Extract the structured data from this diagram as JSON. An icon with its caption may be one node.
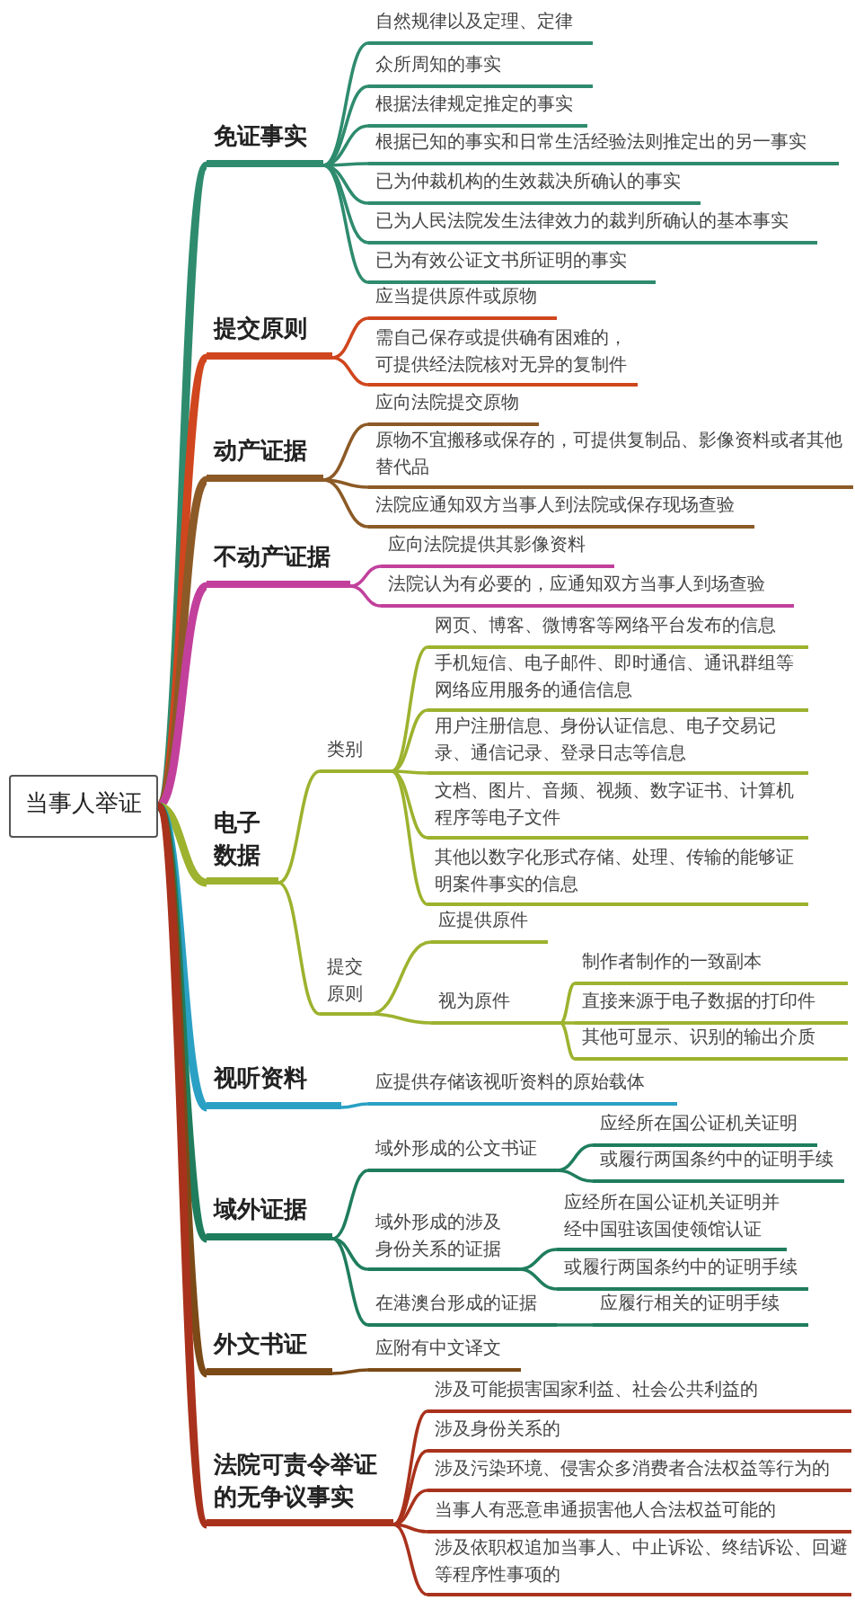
{
  "diagram": {
    "nodes": [
      {
        "text": [
          "当事人举证"
        ]
      },
      {
        "text": [
          "免证事实"
        ]
      },
      {
        "text": [
          "自然规律以及定理、定律"
        ]
      },
      {
        "text": [
          "众所周知的事实"
        ]
      },
      {
        "text": [
          "根据法律规定推定的事实"
        ]
      },
      {
        "text": [
          "根据已知的事实和日常生活经验法则推定出的另一事实"
        ]
      },
      {
        "text": [
          "已为仲裁机构的生效裁决所确认的事实"
        ]
      },
      {
        "text": [
          "已为人民法院发生法律效力的裁判所确认的基本事实"
        ]
      },
      {
        "text": [
          "已为有效公证文书所证明的事实"
        ]
      },
      {
        "text": [
          "提交原则"
        ]
      },
      {
        "text": [
          "应当提供原件或原物"
        ]
      },
      {
        "text": [
          "需自己保存或提供确有困难的，可提供经法院核对无异的复制件"
        ]
      },
      {
        "text": [
          "动产证据"
        ]
      },
      {
        "text": [
          "应向法院提交原物"
        ]
      },
      {
        "text": [
          "原物不宜搬移或保存的，可提供复制品、影像资料或者其他替代品"
        ]
      },
      {
        "text": [
          "法院应通知双方当事人到法院或保存现场查验"
        ]
      },
      {
        "text": [
          "不动产证据"
        ]
      },
      {
        "text": [
          "应向法院提供其影像资料"
        ]
      },
      {
        "text": [
          "法院认为有必要的，应通知双方当事人到场查验"
        ]
      },
      {
        "text": [
          "电子数据"
        ]
      },
      {
        "text": [
          "类别"
        ]
      },
      {
        "text": [
          "网页、博客、微博客等网络平台发布的信息"
        ]
      },
      {
        "text": [
          "手机短信、电子邮件、即时通信、通讯群组等网络应用服务的通信信息"
        ]
      },
      {
        "text": [
          "用户注册信息、身份认证信息、电子交易记录、通信记录、登录日志等信息"
        ]
      },
      {
        "text": [
          "文档、图片、音频、视频、数字证书、计算机程序等电子文件"
        ]
      },
      {
        "text": [
          "其他以数字化形式存储、处理、传输的能够证明案件事实的信息"
        ]
      },
      {
        "text": [
          "提交原则"
        ]
      },
      {
        "text": [
          "应提供原件"
        ]
      },
      {
        "text": [
          "视为原件"
        ]
      },
      {
        "text": [
          "制作者制作的一致副本"
        ]
      },
      {
        "text": [
          "直接来源于电子数据的打印件"
        ]
      },
      {
        "text": [
          "其他可显示、识别的输出介质"
        ]
      },
      {
        "text": [
          "视听资料"
        ]
      },
      {
        "text": [
          "应提供存储该视听资料的原始载体"
        ]
      },
      {
        "text": [
          "域外证据"
        ]
      },
      {
        "text": [
          "域外形成的公文书证"
        ]
      },
      {
        "text": [
          "应经所在国公证机关证明"
        ]
      },
      {
        "text": [
          "或履行两国条约中的证明手续"
        ]
      },
      {
        "text": [
          "域外形成的涉及身份关系的证据"
        ]
      },
      {
        "text": [
          "应经所在国公证机关证明并经中国驻该国使领馆认证"
        ]
      },
      {
        "text": [
          "或履行两国条约中的证明手续"
        ]
      },
      {
        "text": [
          "在港澳台形成的证据"
        ]
      },
      {
        "text": [
          "应履行相关的证明手续"
        ]
      },
      {
        "text": [
          "外文书证"
        ]
      },
      {
        "text": [
          "应附有中文译文"
        ]
      },
      {
        "text": [
          "法院可责令举证的无争议事实"
        ]
      },
      {
        "text": [
          "涉及可能损害国家利益、社会公共利益的"
        ]
      },
      {
        "text": [
          "涉及身份关系的"
        ]
      },
      {
        "text": [
          "涉及污染环境、侵害众多消费者合法权益等行为的"
        ]
      },
      {
        "text": [
          "当事人有恶意串通损害他人合法权益可能的"
        ]
      },
      {
        "text": [
          "涉及依职权追加当事人、中止诉讼、终结诉讼、回避等程序性事项的"
        ]
      }
    ],
    "edges": [
      {
        "from": 0,
        "to": 1,
        "arrow": "none",
        "style": "thick",
        "color": "#2e8b6e"
      },
      {
        "from": 1,
        "to": 2,
        "arrow": "none",
        "color": "#2e8b6e"
      },
      {
        "from": 1,
        "to": 3,
        "arrow": "none",
        "color": "#2e8b6e"
      },
      {
        "from": 1,
        "to": 4,
        "arrow": "none",
        "color": "#2e8b6e"
      },
      {
        "from": 1,
        "to": 5,
        "arrow": "none",
        "color": "#2e8b6e"
      },
      {
        "from": 1,
        "to": 6,
        "arrow": "none",
        "color": "#2e8b6e"
      },
      {
        "from": 1,
        "to": 7,
        "arrow": "none",
        "color": "#2e8b6e"
      },
      {
        "from": 1,
        "to": 8,
        "arrow": "none",
        "color": "#2e8b6e"
      },
      {
        "from": 0,
        "to": 9,
        "arrow": "none",
        "style": "thick",
        "color": "#d0461e"
      },
      {
        "from": 9,
        "to": 10,
        "arrow": "none",
        "color": "#d0461e"
      },
      {
        "from": 9,
        "to": 11,
        "arrow": "none",
        "color": "#d0461e"
      },
      {
        "from": 0,
        "to": 12,
        "arrow": "none",
        "style": "thick",
        "color": "#8c5a26"
      },
      {
        "from": 12,
        "to": 13,
        "arrow": "none",
        "color": "#8c5a26"
      },
      {
        "from": 12,
        "to": 14,
        "arrow": "none",
        "color": "#8c5a26"
      },
      {
        "from": 12,
        "to": 15,
        "arrow": "none",
        "color": "#8c5a26"
      },
      {
        "from": 0,
        "to": 16,
        "arrow": "none",
        "style": "thick",
        "color": "#c2409c"
      },
      {
        "from": 16,
        "to": 17,
        "arrow": "none",
        "color": "#c2409c"
      },
      {
        "from": 16,
        "to": 18,
        "arrow": "none",
        "color": "#c2409c"
      },
      {
        "from": 0,
        "to": 19,
        "arrow": "none",
        "style": "thick",
        "color": "#9db22e"
      },
      {
        "from": 19,
        "to": 20,
        "arrow": "none",
        "color": "#9db22e"
      },
      {
        "from": 20,
        "to": 21,
        "arrow": "none",
        "color": "#9db22e"
      },
      {
        "from": 20,
        "to": 22,
        "arrow": "none",
        "color": "#9db22e"
      },
      {
        "from": 20,
        "to": 23,
        "arrow": "none",
        "color": "#9db22e"
      },
      {
        "from": 20,
        "to": 24,
        "arrow": "none",
        "color": "#9db22e"
      },
      {
        "from": 20,
        "to": 25,
        "arrow": "none",
        "color": "#9db22e"
      },
      {
        "from": 19,
        "to": 26,
        "arrow": "none",
        "color": "#9db22e"
      },
      {
        "from": 26,
        "to": 27,
        "arrow": "none",
        "color": "#9db22e"
      },
      {
        "from": 26,
        "to": 28,
        "arrow": "none",
        "color": "#9db22e"
      },
      {
        "from": 28,
        "to": 29,
        "arrow": "none",
        "color": "#9db22e"
      },
      {
        "from": 28,
        "to": 30,
        "arrow": "none",
        "color": "#9db22e"
      },
      {
        "from": 28,
        "to": 31,
        "arrow": "none",
        "color": "#9db22e"
      },
      {
        "from": 0,
        "to": 32,
        "arrow": "none",
        "style": "thick",
        "color": "#2aa0c4"
      },
      {
        "from": 32,
        "to": 33,
        "arrow": "none",
        "color": "#2aa0c4"
      },
      {
        "from": 0,
        "to": 34,
        "arrow": "none",
        "style": "thick",
        "color": "#1f7d5e"
      },
      {
        "from": 34,
        "to": 35,
        "arrow": "none",
        "color": "#1f7d5e"
      },
      {
        "from": 35,
        "to": 36,
        "arrow": "none",
        "color": "#1f7d5e"
      },
      {
        "from": 35,
        "to": 37,
        "arrow": "none",
        "color": "#1f7d5e"
      },
      {
        "from": 34,
        "to": 38,
        "arrow": "none",
        "color": "#1f7d5e"
      },
      {
        "from": 38,
        "to": 39,
        "arrow": "none",
        "color": "#1f7d5e"
      },
      {
        "from": 38,
        "to": 40,
        "arrow": "none",
        "color": "#1f7d5e"
      },
      {
        "from": 34,
        "to": 41,
        "arrow": "none",
        "color": "#1f7d5e"
      },
      {
        "from": 41,
        "to": 42,
        "arrow": "none",
        "color": "#1f7d5e"
      },
      {
        "from": 0,
        "to": 43,
        "arrow": "none",
        "style": "thick",
        "color": "#7b4a17"
      },
      {
        "from": 43,
        "to": 44,
        "arrow": "none",
        "color": "#7b4a17"
      },
      {
        "from": 0,
        "to": 45,
        "arrow": "none",
        "style": "thick",
        "color": "#a9321c"
      },
      {
        "from": 45,
        "to": 46,
        "arrow": "none",
        "color": "#a9321c"
      },
      {
        "from": 45,
        "to": 47,
        "arrow": "none",
        "color": "#a9321c"
      },
      {
        "from": 45,
        "to": 48,
        "arrow": "none",
        "color": "#a9321c"
      },
      {
        "from": 45,
        "to": 49,
        "arrow": "none",
        "color": "#a9321c"
      },
      {
        "from": 45,
        "to": 50,
        "arrow": "none",
        "color": "#a9321c"
      }
    ]
  }
}
